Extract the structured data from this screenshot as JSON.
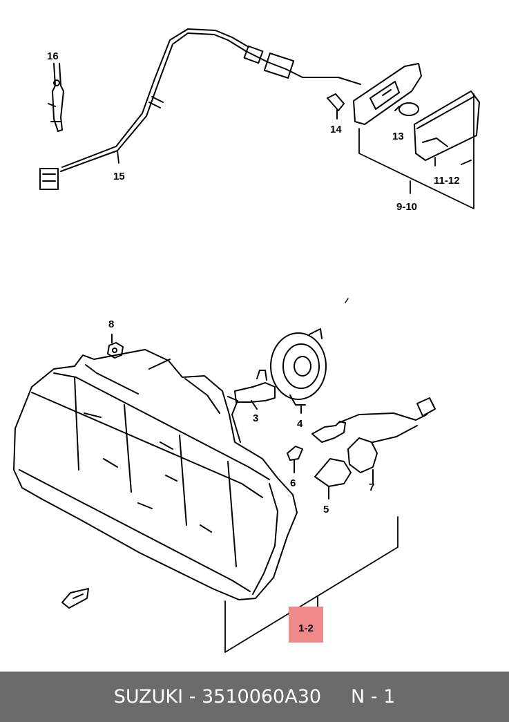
{
  "callouts": {
    "c16": "16",
    "c15": "15",
    "c14": "14",
    "c13": "13",
    "c11_12": "11-12",
    "c9_10": "9-10",
    "c8": "8",
    "c3": "3",
    "c4": "4",
    "c6": "6",
    "c7": "7",
    "c5": "5",
    "c1_2": "1-2"
  },
  "highlight_color": "#f08a8a",
  "footer": {
    "brand": "SUZUKI",
    "separator": " - ",
    "part_number": "3510060A30",
    "position": "N - 1",
    "background": "#6b6b6b"
  }
}
